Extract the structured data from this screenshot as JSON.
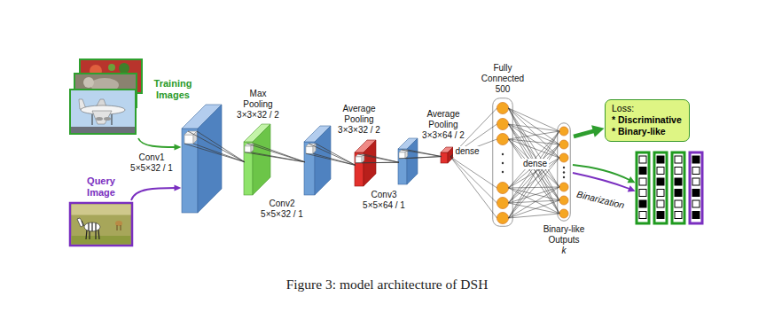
{
  "diagram": {
    "caption": "Figure 3: model architecture of DSH",
    "nodes": [
      {
        "text": [
          "Training Images"
        ]
      },
      {
        "text": [
          "Query Image"
        ]
      },
      {
        "text": [
          "Conv1 5×5×32 / 1"
        ]
      },
      {
        "text": [
          "Max Pooling 3×3×32 / 2"
        ]
      },
      {
        "text": [
          "Conv2 5×5×32 / 1"
        ]
      },
      {
        "text": [
          "Average Pooling 3×3×32 / 2"
        ]
      },
      {
        "text": [
          "Conv3 5×5×64 / 1"
        ]
      },
      {
        "text": [
          "Average Pooling 3×3×64 / 2"
        ]
      },
      {
        "text": [
          "Fully Connected 500"
        ]
      },
      {
        "text": [
          "Binary-like Outputs",
          "k"
        ]
      },
      {
        "text": [
          "Loss:",
          "* Discriminative",
          "* Binary-like"
        ]
      }
    ],
    "edges": [
      {
        "from": 0,
        "to": 2,
        "arrow": "to"
      },
      {
        "from": 1,
        "to": 2,
        "arrow": "to"
      },
      {
        "from": 2,
        "to": 3,
        "arrow": "none"
      },
      {
        "from": 3,
        "to": 4,
        "arrow": "none"
      },
      {
        "from": 4,
        "to": 5,
        "arrow": "none"
      },
      {
        "from": 5,
        "to": 6,
        "arrow": "none"
      },
      {
        "from": 6,
        "to": 7,
        "arrow": "none"
      },
      {
        "from": 7,
        "to": 8,
        "label": "dense",
        "arrow": "none"
      },
      {
        "from": 8,
        "to": 9,
        "label": "dense",
        "arrow": "none"
      },
      {
        "from": 9,
        "to": 10,
        "arrow": "to"
      }
    ],
    "labels": [
      "Binarization"
    ]
  }
}
